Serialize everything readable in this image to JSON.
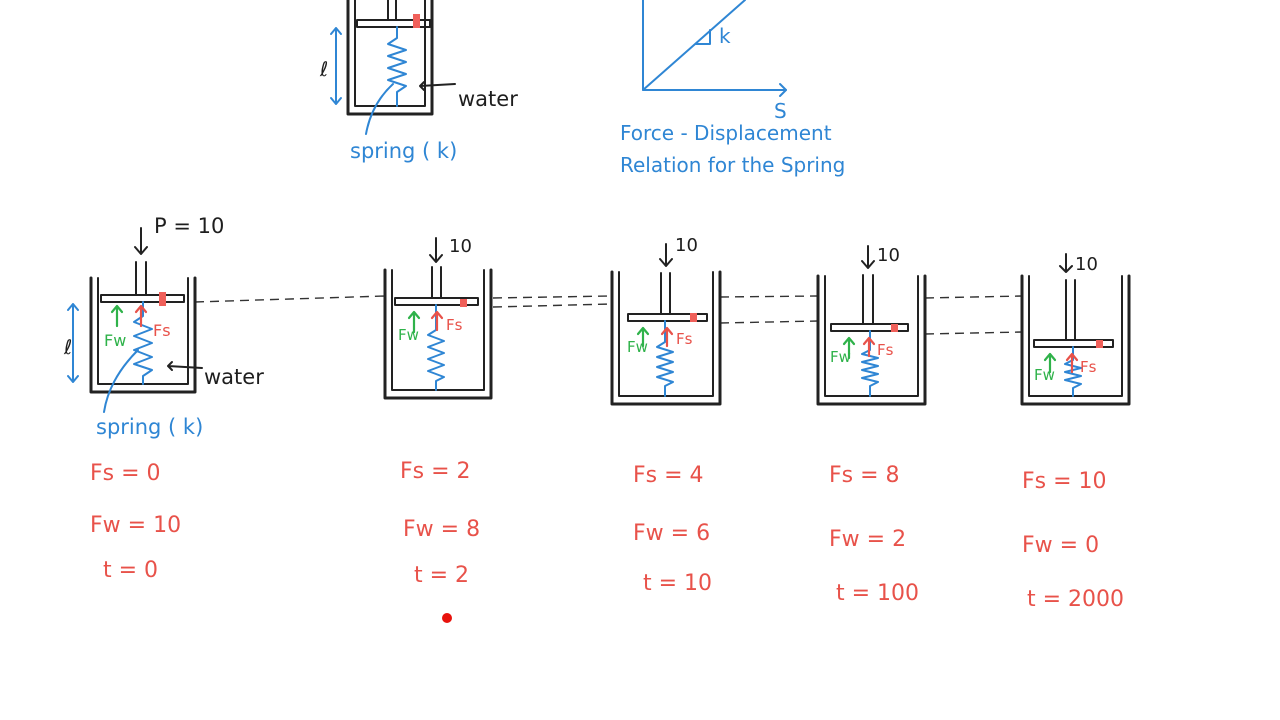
{
  "top_diagram": {
    "length_label": "ℓ",
    "water_label": "water",
    "spring_label": "spring ( k)"
  },
  "graph": {
    "slope_label": "k",
    "x_axis_label": "S",
    "caption_line1": "Force - Displacement",
    "caption_line2": "Relation for the Spring"
  },
  "first_state": {
    "load_label": "P = 10",
    "length_label": "ℓ",
    "water_label": "water",
    "spring_label": "spring ( k)",
    "fw_label": "Fw",
    "fs_label": "Fs"
  },
  "states": [
    {
      "load": "10",
      "fw_label": "Fw",
      "fs_label": "Fs",
      "fs": "Fs = 0",
      "fw": "Fw = 10",
      "t": "t = 0"
    },
    {
      "load": "10",
      "fw_label": "Fw",
      "fs_label": "Fs",
      "fs": "Fs = 2",
      "fw": "Fw = 8",
      "t": "t = 2"
    },
    {
      "load": "10",
      "fw_label": "Fw",
      "fs_label": "Fs",
      "fs": "Fs = 4",
      "fw": "Fw = 6",
      "t": "t = 10"
    },
    {
      "load": "10",
      "fw_label": "Fw",
      "fs_label": "Fs",
      "fs": "Fs = 8",
      "fw": "Fw = 2",
      "t": "t = 100"
    },
    {
      "load": "10",
      "fw_label": "Fw",
      "fs_label": "Fs",
      "fs": "Fs = 10",
      "fw": "Fw = 0",
      "t": "t = 2000"
    }
  ],
  "colors": {
    "ink": "#222222",
    "blue": "#2f86d4",
    "green": "#2fb24a",
    "red": "#e8524a",
    "valve": "#f0605a"
  }
}
